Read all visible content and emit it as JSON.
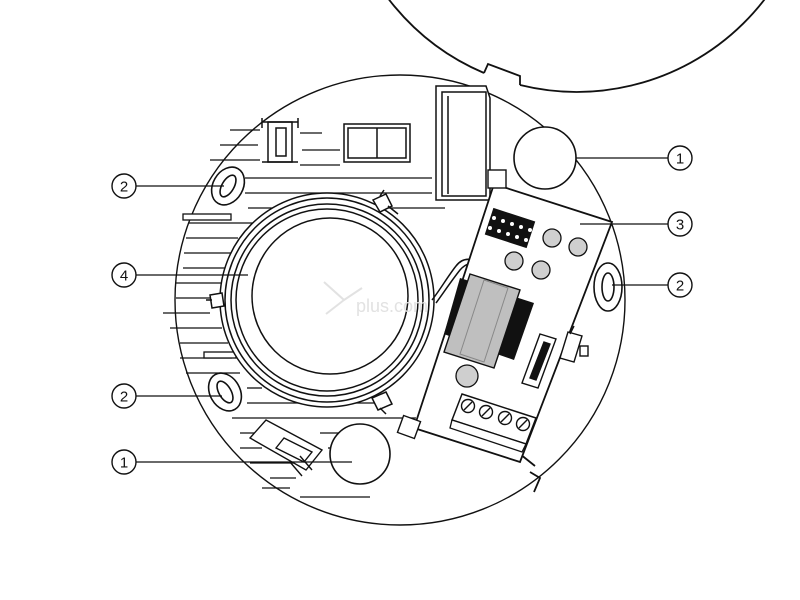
{
  "colors": {
    "line": "#111111",
    "background": "#ffffff",
    "contact_fill": "#cfcfcf",
    "transformer_core": "#111111",
    "transformer_coil": "#bfbfbf"
  },
  "callouts": [
    {
      "id": "left-top",
      "label": "2"
    },
    {
      "id": "left-middle",
      "label": "4"
    },
    {
      "id": "left-bottom",
      "label": "2"
    },
    {
      "id": "left-lowest",
      "label": "1"
    },
    {
      "id": "right-top",
      "label": "1"
    },
    {
      "id": "right-second",
      "label": "3"
    },
    {
      "id": "right-third",
      "label": "2"
    }
  ],
  "watermark": "plus.com"
}
